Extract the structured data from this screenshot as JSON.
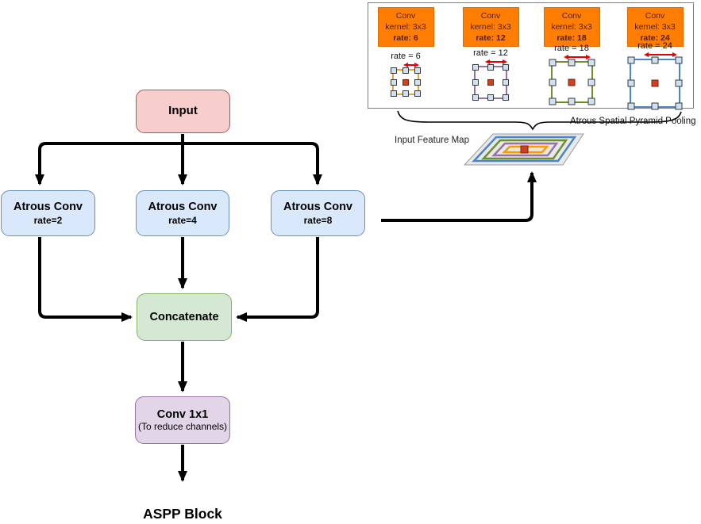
{
  "flowchart": {
    "input": {
      "label": "Input"
    },
    "branches": [
      {
        "title": "Atrous Conv",
        "subtitle": "rate=2"
      },
      {
        "title": "Atrous Conv",
        "subtitle": "rate=4"
      },
      {
        "title": "Atrous Conv",
        "subtitle": "rate=8"
      }
    ],
    "concatenate": {
      "label": "Concatenate"
    },
    "conv1x1": {
      "title": "Conv 1x1",
      "subtitle": "(To reduce channels)"
    },
    "caption": "ASPP Block"
  },
  "inset": {
    "columns": [
      {
        "line1": "Conv",
        "line2": "kernel: 3x3",
        "line3": "rate: 6",
        "rate_label": "rate = 6"
      },
      {
        "line1": "Conv",
        "line2": "kernel: 3x3",
        "line3": "rate: 12",
        "rate_label": "rate = 12"
      },
      {
        "line1": "Conv",
        "line2": "kernel: 3x3",
        "line3": "rate: 18",
        "rate_label": "rate = 18"
      },
      {
        "line1": "Conv",
        "line2": "kernel: 3x3",
        "line3": "rate: 24",
        "rate_label": "rate = 24"
      }
    ],
    "brace_label": "Atrous Spatial Pyramid Pooling",
    "feature_map_label": "Input Feature Map"
  },
  "colors": {
    "input_fill": "#f8cecc",
    "input_stroke": "#b85450",
    "atrous_fill": "#dae8fc",
    "atrous_stroke": "#6c8ebf",
    "concatenate_fill": "#d5e8d4",
    "concatenate_stroke": "#82b366",
    "conv1x1_fill": "#e1d5e7",
    "conv1x1_stroke": "#9673a6",
    "conv_spec_fill": "#ff7d01",
    "conv_spec_text": "#571c00",
    "kernel_border_rate6": "#e8a33d",
    "kernel_border_rate12": "#9673a6",
    "kernel_border_rate18": "#6f8f2f",
    "kernel_border_rate24": "#4a86c5",
    "kernel_cell_fill": "#cfe2f3",
    "kernel_center_cell": "#cc4125",
    "feature_map_fill": "#e9e9e9",
    "flow_arrow": "#000000",
    "rate_arrow": "#e60000"
  }
}
